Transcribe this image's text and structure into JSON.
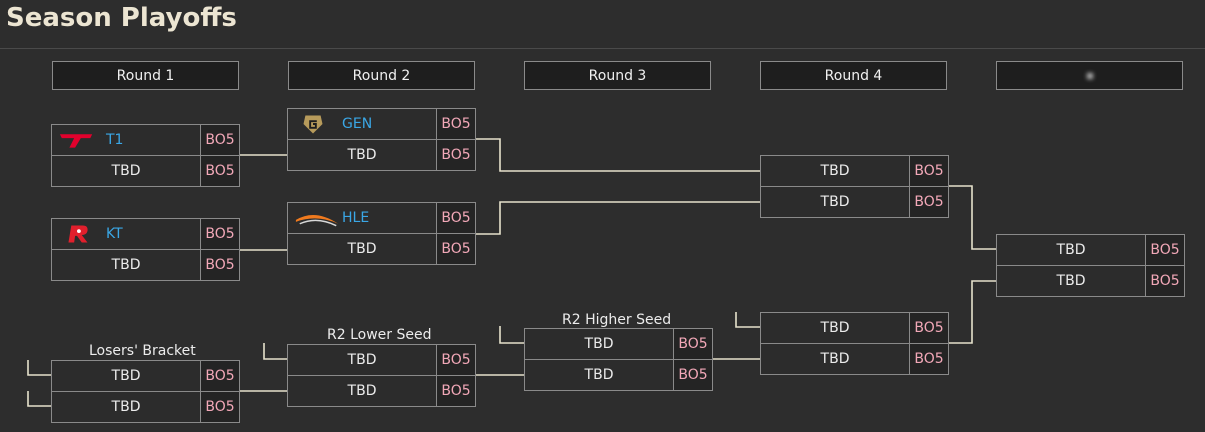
{
  "page": {
    "title": "Season Playoffs"
  },
  "rounds": [
    {
      "label": "Round 1"
    },
    {
      "label": "Round 2"
    },
    {
      "label": "Round 3"
    },
    {
      "label": "Round 4"
    },
    {
      "label": ""
    }
  ],
  "section_labels": {
    "losers": "Losers' Bracket",
    "r2_lower": "R2 Lower Seed",
    "r2_higher": "R2 Higher Seed"
  },
  "matches": {
    "r1_upper_a": [
      {
        "team": "T1",
        "format": "BO5"
      },
      {
        "team": "TBD",
        "format": "BO5"
      }
    ],
    "r1_upper_b": [
      {
        "team": "KT",
        "format": "BO5"
      },
      {
        "team": "TBD",
        "format": "BO5"
      }
    ],
    "r1_losers": [
      {
        "team": "TBD",
        "format": "BO5"
      },
      {
        "team": "TBD",
        "format": "BO5"
      }
    ],
    "r2_upper_a": [
      {
        "team": "GEN",
        "format": "BO5"
      },
      {
        "team": "TBD",
        "format": "BO5"
      }
    ],
    "r2_upper_b": [
      {
        "team": "HLE",
        "format": "BO5"
      },
      {
        "team": "TBD",
        "format": "BO5"
      }
    ],
    "r2_lower": [
      {
        "team": "TBD",
        "format": "BO5"
      },
      {
        "team": "TBD",
        "format": "BO5"
      }
    ],
    "r3_higher": [
      {
        "team": "TBD",
        "format": "BO5"
      },
      {
        "team": "TBD",
        "format": "BO5"
      }
    ],
    "r4_upper": [
      {
        "team": "TBD",
        "format": "BO5"
      },
      {
        "team": "TBD",
        "format": "BO5"
      }
    ],
    "r4_lower": [
      {
        "team": "TBD",
        "format": "BO5"
      },
      {
        "team": "TBD",
        "format": "BO5"
      }
    ],
    "final": [
      {
        "team": "TBD",
        "format": "BO5"
      },
      {
        "team": "TBD",
        "format": "BO5"
      }
    ]
  },
  "colors": {
    "background": "#2d2d2d",
    "team_highlight": "#3aa7e6",
    "format_text": "#f2a8b8",
    "connector": "#e6e2cc"
  },
  "icons": {
    "T1": "t1-logo-icon",
    "KT": "kt-logo-icon",
    "GEN": "gen-logo-icon",
    "HLE": "hle-logo-icon"
  }
}
